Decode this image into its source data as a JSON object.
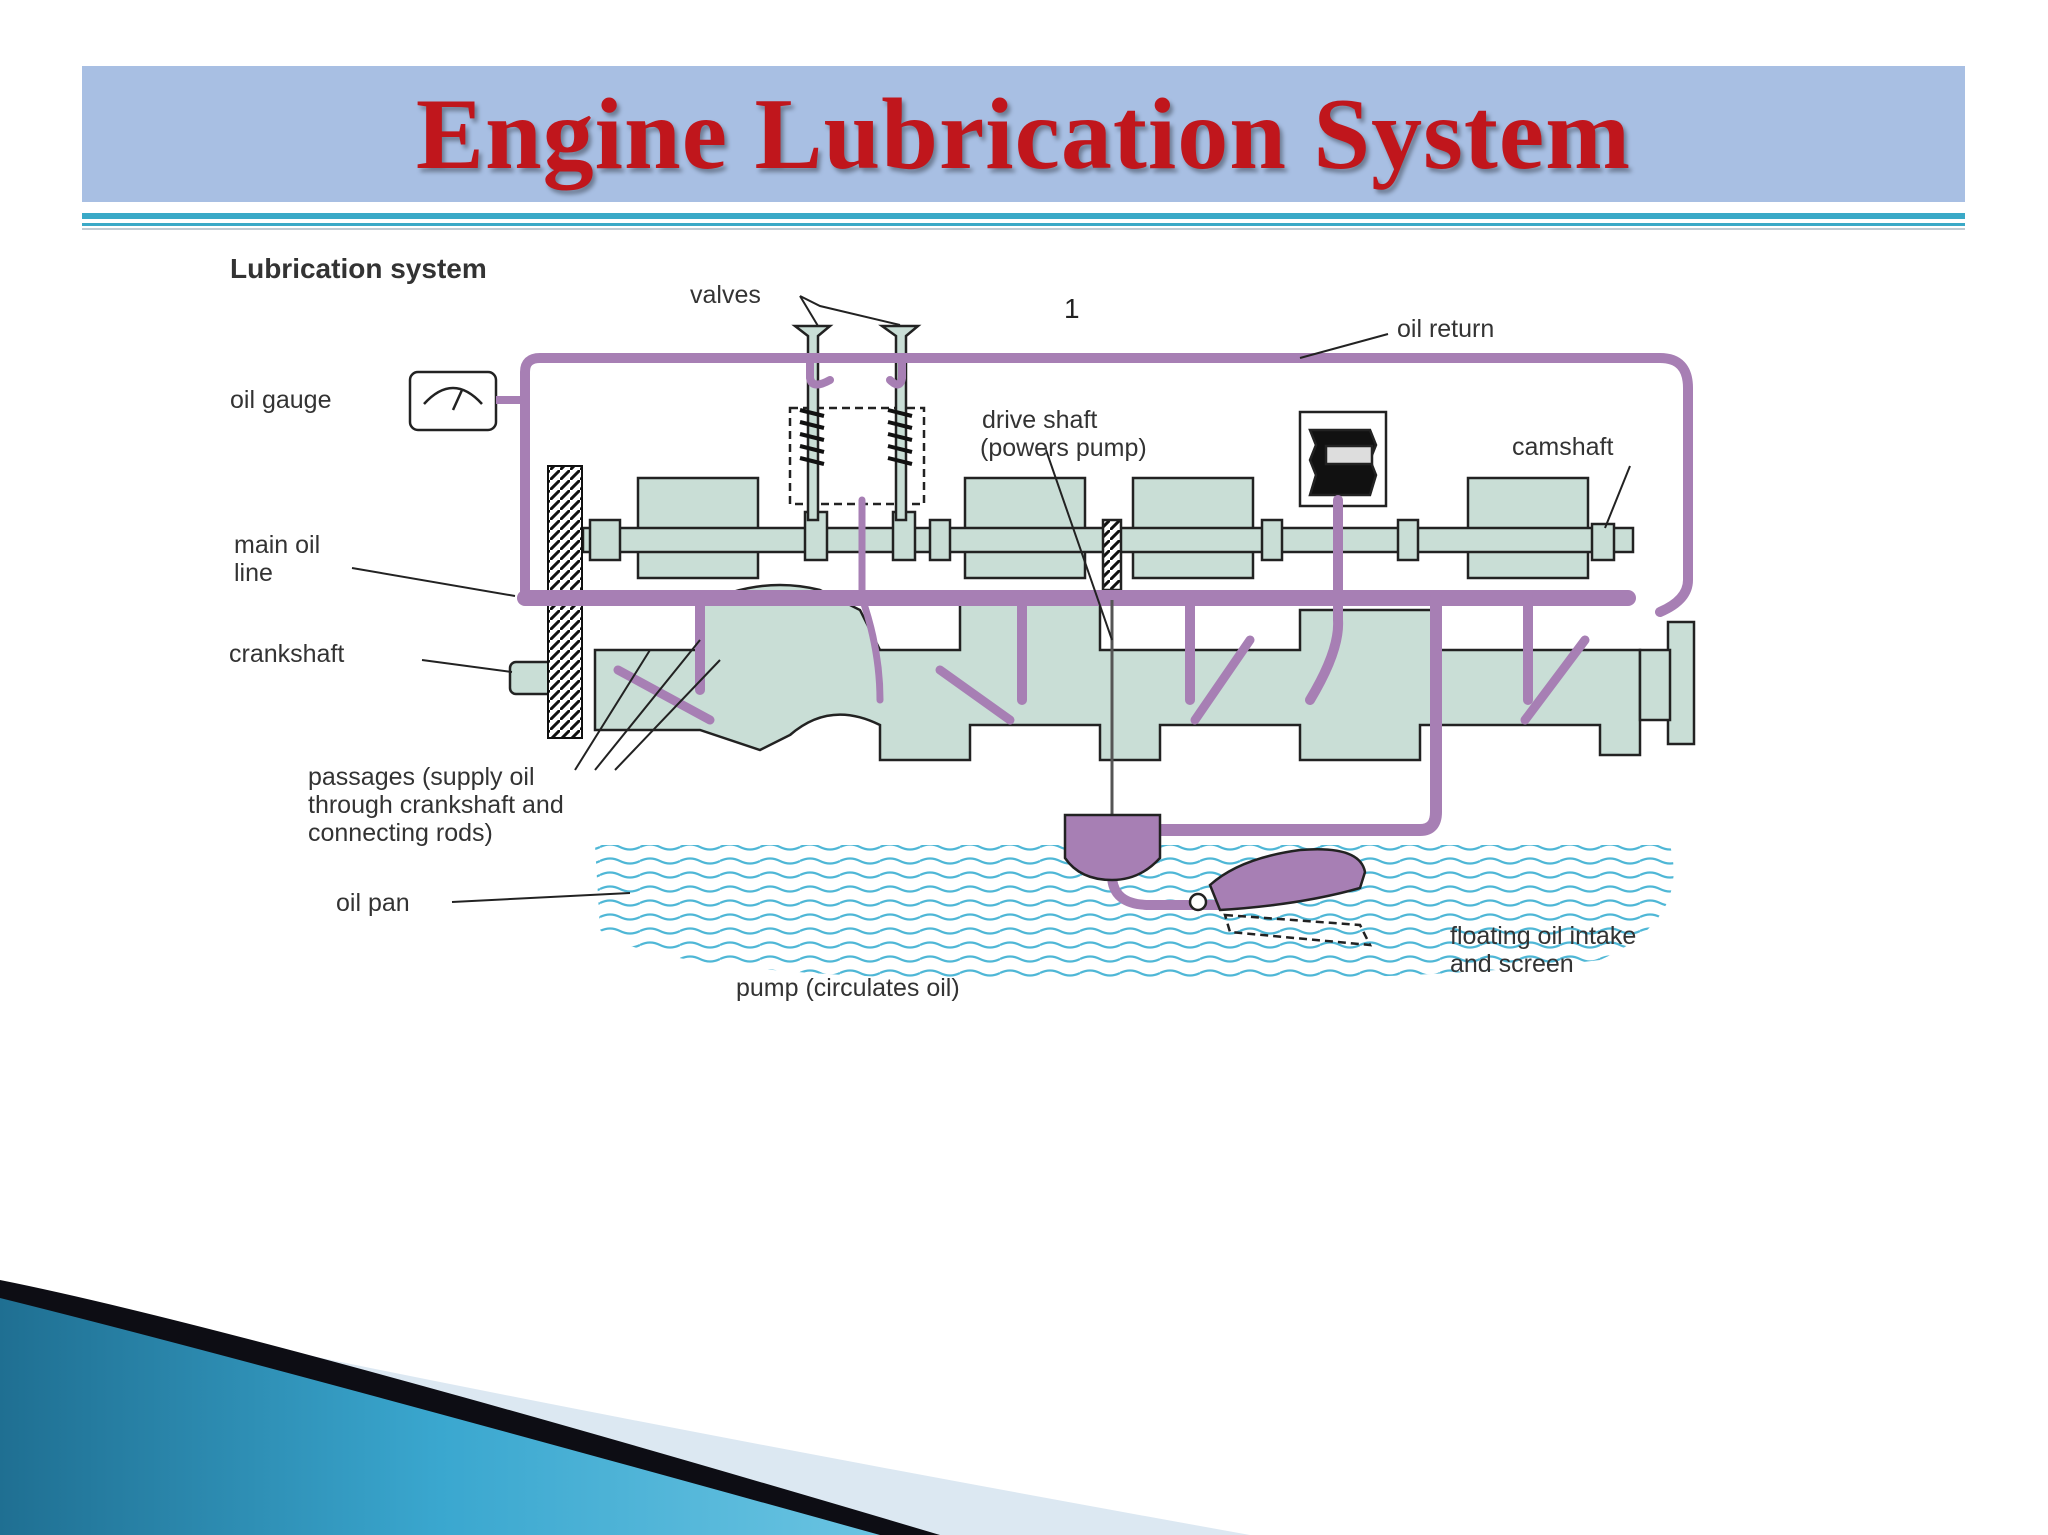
{
  "slide": {
    "title": "Engine Lubrication System",
    "title_color": "#c0161c",
    "header_bg": "#a8bfe3",
    "page_marker": "1"
  },
  "diagram": {
    "heading": "Lubrication system",
    "labels": {
      "valves": "valves",
      "oil_return": "oil return",
      "oil_gauge": "oil gauge",
      "drive_shaft_1": "drive shaft",
      "drive_shaft_2": "(powers pump)",
      "camshaft": "camshaft",
      "main_oil_line_1": "main oil",
      "main_oil_line_2": "line",
      "crankshaft": "crankshaft",
      "passages_1": "passages (supply oil",
      "passages_2": "through crankshaft and",
      "passages_3": "connecting rods)",
      "oil_pan": "oil pan",
      "floating_1": "floating oil intake",
      "floating_2": "and screen",
      "pump": "pump (circulates oil)"
    },
    "colors": {
      "oil_line": "#a77fb4",
      "engine_block": "#c9ded6",
      "oil_pan_waves": "#4fb7d6",
      "outline": "#222222"
    }
  }
}
